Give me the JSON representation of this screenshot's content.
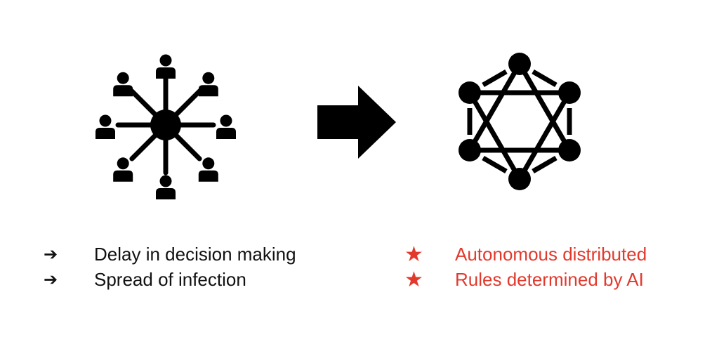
{
  "colors": {
    "icon": "#000000",
    "accent_red": "#e2392d",
    "text": "#111111"
  },
  "icons": {
    "centralized": "centralized-network-people-icon",
    "arrow": "right-arrow-icon",
    "distributed": "distributed-hexagon-network-icon"
  },
  "left_list": {
    "bullet": "➔",
    "items": [
      "Delay in decision making",
      "Spread of infection"
    ]
  },
  "right_list": {
    "bullet": "★",
    "items": [
      "Autonomous distributed",
      "Rules determined by AI"
    ]
  }
}
